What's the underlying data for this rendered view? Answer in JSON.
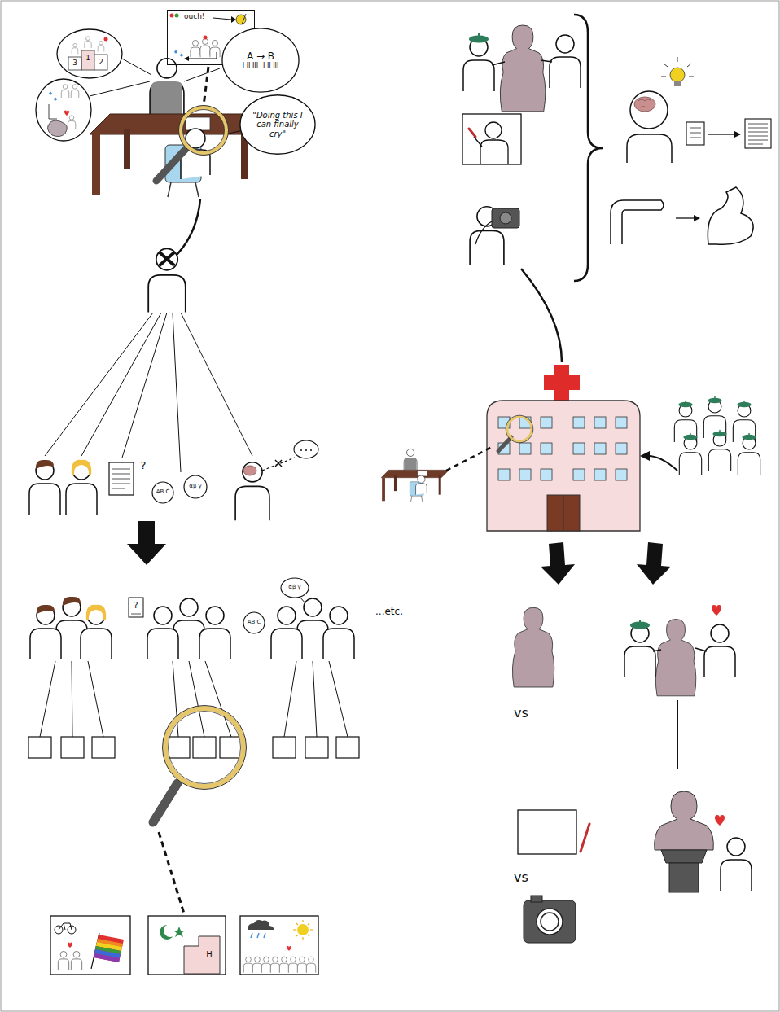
{
  "diagram": {
    "nodes": [
      {
        "text": [
          "ouch!"
        ]
      },
      {
        "text": [
          "A → B",
          "I II III",
          "I II III"
        ]
      },
      {
        "text": [
          "\"Doing this I can finally cry\""
        ]
      }
    ],
    "labels": [
      "3",
      "1",
      "2",
      "?",
      "AB C",
      "αβ γ",
      "?",
      "AB C",
      "αβ γ",
      "...etc.",
      "H",
      "vs",
      "vs"
    ]
  }
}
